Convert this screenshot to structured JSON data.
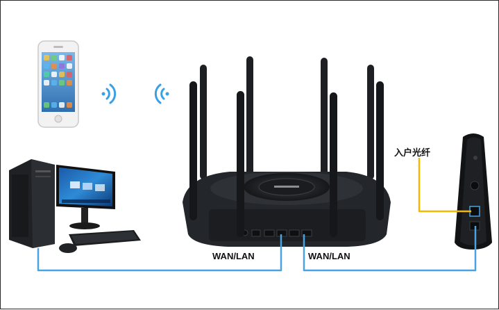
{
  "labels": {
    "wan_lan_left": "WAN/LAN",
    "wan_lan_right": "WAN/LAN",
    "fiber_in": "入户光纤"
  },
  "colors": {
    "cable_blue": "#4aa3e0",
    "fiber_yellow": "#f5b800",
    "router_body": "#23262b",
    "antenna": "#1d1f22"
  },
  "icons": [
    "smartphone-icon",
    "wifi-signal-icon",
    "desktop-computer-icon",
    "router-icon",
    "optical-modem-icon"
  ]
}
